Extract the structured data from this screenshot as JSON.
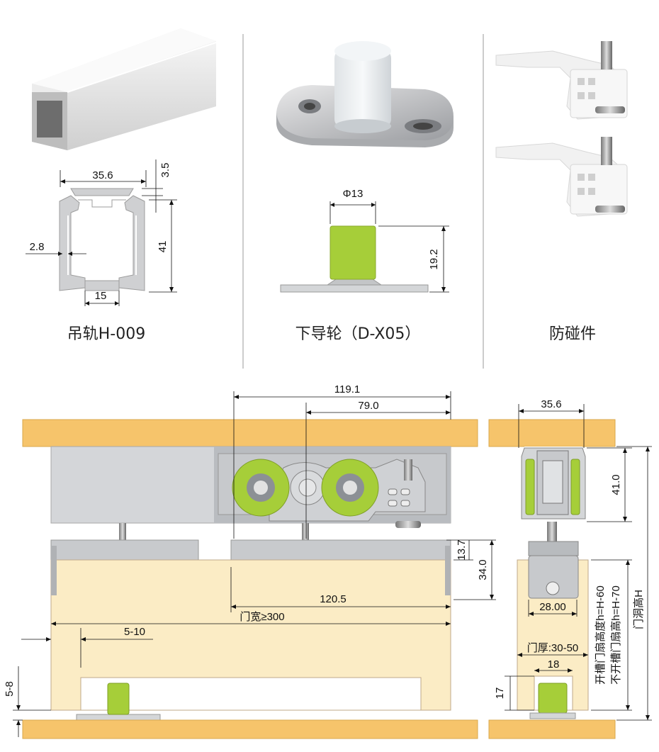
{
  "captions": {
    "rail": "吊轨H-009",
    "guide": "下导轮（D-X05）",
    "stopper": "防碰件"
  },
  "rail_dims": {
    "width": "35.6",
    "lip": "3.5",
    "height": "41",
    "wall": "2.8",
    "slot": "15"
  },
  "guide_dims": {
    "diameter": "Φ13",
    "height": "19.2"
  },
  "assembly_dims": {
    "total": "119.1",
    "inner": "79.0",
    "spacing": "120.5",
    "door_width": "门宽≥300",
    "offset": "5-10",
    "gap_bottom": "5-8",
    "top_gap": "13.7",
    "mount_height": "34.0"
  },
  "side_dims": {
    "rail_width": "35.6",
    "rail_height": "41.0",
    "carrier_width": "28.00",
    "door_thickness": "门厚:30-50",
    "groove_width": "18",
    "groove_depth": "17",
    "door_height_label_a": "开槽门扇高度h=H-60",
    "door_height_label_b": "不开槽门扇高h=H-70",
    "opening_height": "门洞高H"
  },
  "colors": {
    "wood": "#f6c46b",
    "door": "#fbecc5",
    "rail": "#d9d9d9",
    "roller": "#a6ce39",
    "metal": "#b9bcc1"
  }
}
